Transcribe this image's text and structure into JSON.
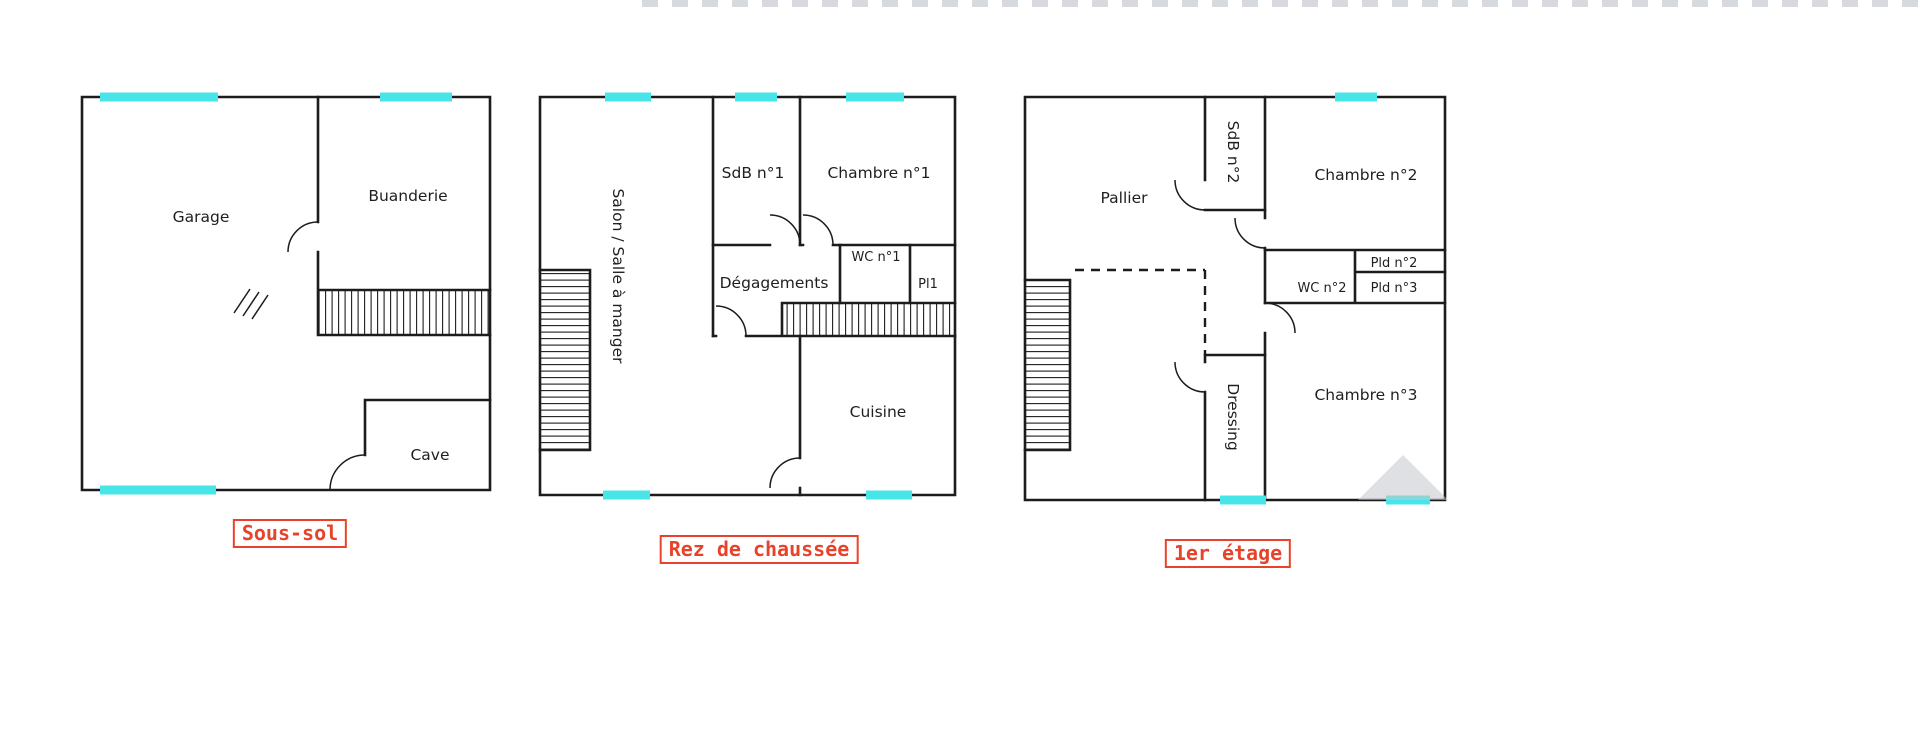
{
  "document": {
    "type": "floor-plan-set",
    "background": "#ffffff"
  },
  "colors": {
    "wall": "#1c1c1c",
    "window_glass": "#47e5e8",
    "caption_accent": "#e8432a",
    "label_text": "#1f1f1f"
  },
  "floors": [
    {
      "caption": "Sous-sol",
      "rooms": {
        "garage": "Garage",
        "buanderie": "Buanderie",
        "cave": "Cave"
      }
    },
    {
      "caption": "Rez de chaussée",
      "rooms": {
        "salon": "Salon / Salle à manger",
        "sdb1": "SdB n°1",
        "chambre1": "Chambre n°1",
        "wc1": "WC n°1",
        "pl1": "Pl1",
        "degagements": "Dégagements",
        "cuisine": "Cuisine"
      }
    },
    {
      "caption": "1er étage",
      "rooms": {
        "pallier": "Pallier",
        "sdb2": "SdB n°2",
        "chambre2": "Chambre n°2",
        "pld2": "Pld n°2",
        "wc2": "WC n°2",
        "pld3": "Pld n°3",
        "dressing": "Dressing",
        "chambre3": "Chambre n°3"
      }
    }
  ]
}
